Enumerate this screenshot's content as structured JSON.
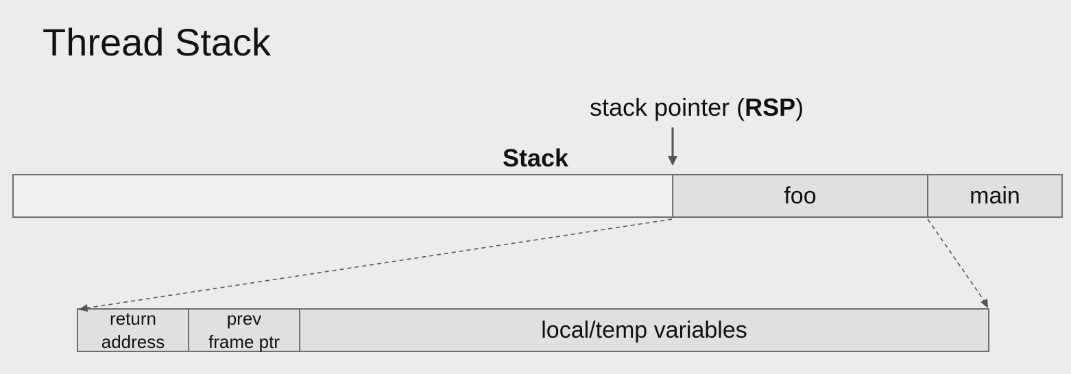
{
  "title": "Thread Stack",
  "pointer_label": {
    "prefix": "stack pointer (",
    "bold": "RSP",
    "suffix": ")"
  },
  "stack_label": "Stack",
  "stack_segments": {
    "free": "",
    "foo": "foo",
    "main": "main"
  },
  "frame_segments": {
    "return_line1": "return",
    "return_line2": "address",
    "prev_line1": "prev",
    "prev_line2": "frame ptr",
    "locals": "local/temp variables"
  },
  "colors": {
    "background": "#ececec",
    "border": "#6e6e6e",
    "filled_segment": "#e0e0e0",
    "free_segment": "#f1f1f1",
    "arrow": "#555555"
  }
}
